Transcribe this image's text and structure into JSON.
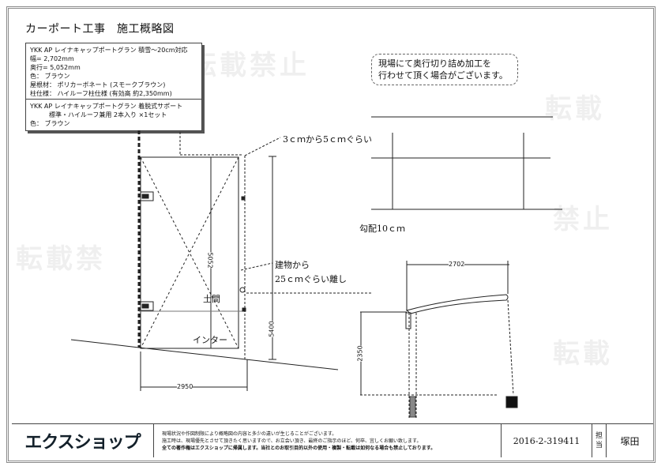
{
  "title": "カーポート工事　施工概略図",
  "spec_box_1": {
    "lines": [
      "YKK AP レイナキャップポートグラン 積雪～20cm対応",
      "幅= 2,702mm",
      "奥行= 5,052mm",
      "色： ブラウン",
      "屋根材： ポリカーボネート (スモークブラウン)",
      "柱仕様： ハイルーフ柱仕様 (有効高 約2,350mm)"
    ]
  },
  "spec_box_2": {
    "lines": [
      "YKK AP レイナキャップポートグラン 着脱式サポート",
      "　　　標準・ハイルーフ兼用 2本入り ×1セット",
      "色： ブラウン"
    ]
  },
  "note": {
    "lines": [
      "現場にて奥行切り詰め加工を",
      "行わせて頂く場合がございます。"
    ]
  },
  "plan": {
    "gap_note": "3ｃｍから5ｃｍぐらい",
    "building_note_1": "建物から",
    "building_note_2": "25ｃｍぐらい離し",
    "doma": "土間",
    "intercom": "インター",
    "dim_depth": "5052",
    "dim_total": "5400",
    "dim_width": "2950"
  },
  "side_view": {
    "slope": "勾配10ｃｍ"
  },
  "elevation": {
    "dim_width": "2702",
    "dim_height": "2350"
  },
  "watermark": "転載禁止",
  "footer": {
    "logo": "エクスショップ",
    "disclaimer": [
      "現場状況や作図制限により概略図の内容と多少の違いが生じることがございます。",
      "施工時は、現場優先とさせて頂きたく思いますので、お立会い頂き、最終のご指示のほど、何卒、宜しくお願い致します。",
      "全ての著作権はエクスショップに帰属します。当社とのお取引目的以外の使用・複製・転載は如何なる場合も禁止しております。"
    ],
    "order_code": "2016-2-319411",
    "staff_label_1": "担",
    "staff_label_2": "当",
    "staff_name": "塚田"
  }
}
